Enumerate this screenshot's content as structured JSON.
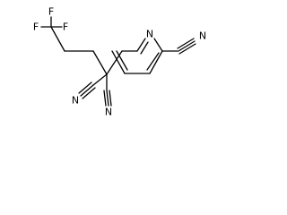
{
  "molecule": {
    "atoms": {
      "f_top": "F",
      "f_left": "F",
      "f_right": "F",
      "n_ring": "N",
      "n_nitrile_right": "N",
      "n_nitrile_left": "N",
      "n_nitrile_lower": "N"
    }
  },
  "colors": {
    "bond": "#000000",
    "label": "#000000",
    "background": "#ffffff"
  }
}
